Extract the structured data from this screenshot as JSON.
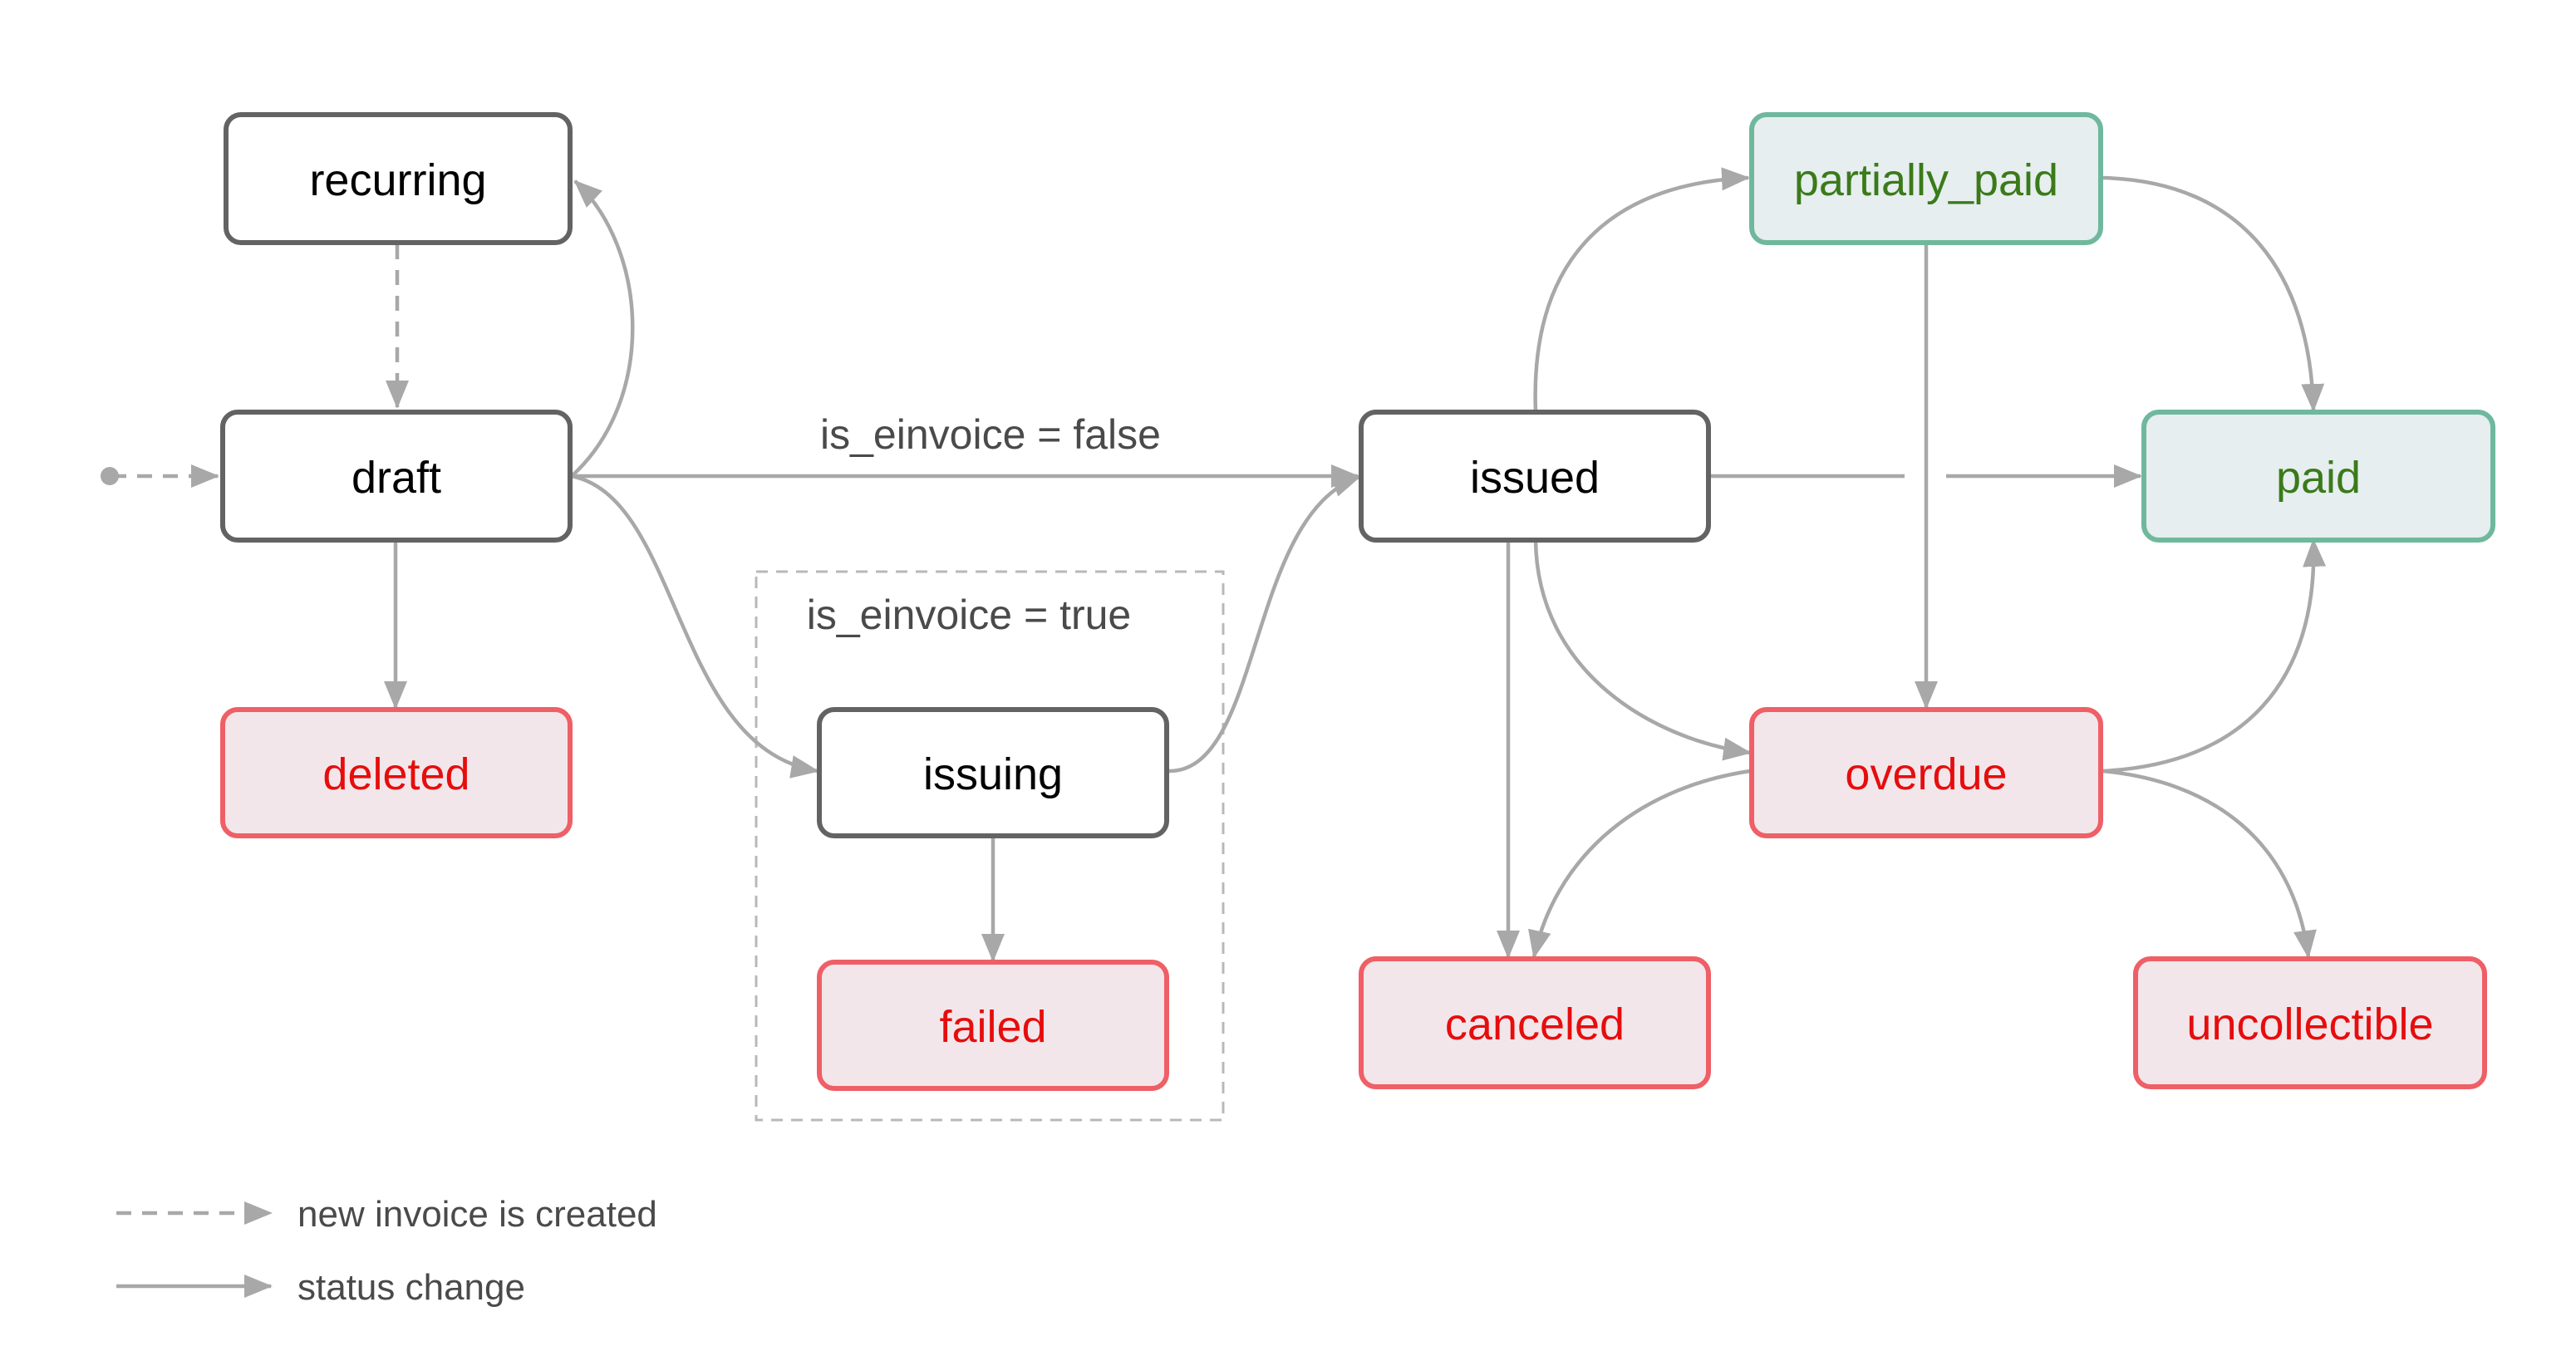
{
  "colors": {
    "neutral_border": "#636363",
    "neutral_fill": "#ffffff",
    "neutral_text": "#000000",
    "success_border": "#6fb89d",
    "success_fill": "#e6eeef",
    "success_text": "#3b7a1a",
    "error_border": "#ef5f66",
    "error_fill": "#f3e6ea",
    "error_text": "#e60d0d",
    "edge": "#a8a8a8",
    "label": "#4a4a4a"
  },
  "nodes": {
    "recurring": {
      "label": "recurring",
      "kind": "neutral"
    },
    "draft": {
      "label": "draft",
      "kind": "neutral"
    },
    "deleted": {
      "label": "deleted",
      "kind": "error"
    },
    "issuing": {
      "label": "issuing",
      "kind": "neutral"
    },
    "failed": {
      "label": "failed",
      "kind": "error"
    },
    "issued": {
      "label": "issued",
      "kind": "neutral"
    },
    "partially_paid": {
      "label": "partially_paid",
      "kind": "success"
    },
    "paid": {
      "label": "paid",
      "kind": "success"
    },
    "overdue": {
      "label": "overdue",
      "kind": "error"
    },
    "canceled": {
      "label": "canceled",
      "kind": "error"
    },
    "uncollectible": {
      "label": "uncollectible",
      "kind": "error"
    }
  },
  "labels": {
    "einvoice_false": "is_einvoice = false",
    "einvoice_true": "is_einvoice = true"
  },
  "legend": {
    "new_invoice": "new invoice is created",
    "status_change": "status change"
  }
}
